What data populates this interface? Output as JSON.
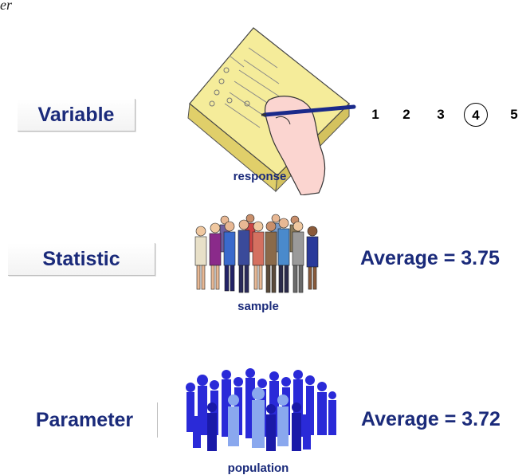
{
  "corner_text": "er",
  "rows": {
    "variable": {
      "term": "Variable",
      "caption": "response"
    },
    "statistic": {
      "term": "Statistic",
      "caption": "sample",
      "result": "Average = 3.75"
    },
    "parameter": {
      "term": "Parameter",
      "caption": "population",
      "result": "Average = 3.72"
    }
  },
  "rating_scale": [
    "1",
    "2",
    "3",
    "4",
    "5"
  ],
  "selected_rating": "4",
  "colors": {
    "label_text": "#1a2a7a",
    "paper": "#f5ec9a",
    "population": "#2a2ad8"
  },
  "icons": [
    "questionnaire-writing-hand-icon",
    "people-group-icon",
    "crowd-silhouette-icon"
  ]
}
